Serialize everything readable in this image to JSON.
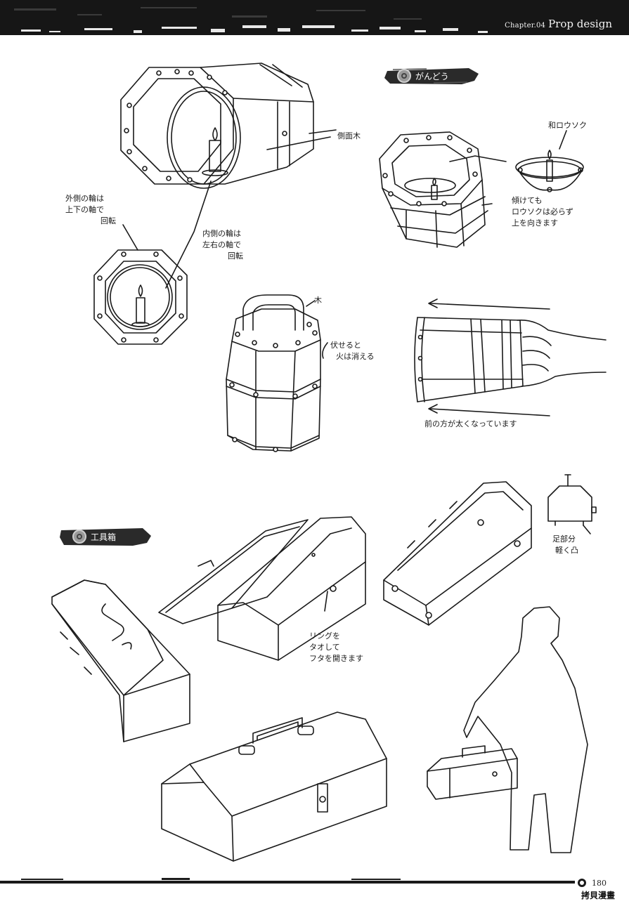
{
  "header": {
    "chapter_small": "Chapter.04",
    "chapter_title": "Prop design"
  },
  "sections": {
    "lantern": "がんどう",
    "toolbox": "工具箱"
  },
  "annotations": {
    "side_wood": "側面木",
    "outer_ring": [
      "外側の輪は",
      "上下の軸で",
      "回転"
    ],
    "inner_ring": [
      "内側の輪は",
      "左右の軸で",
      "回転"
    ],
    "japanese_candle": "和ロウソク",
    "tilt_note": [
      "傾けても",
      "ロウソクは必らず",
      "上を向きます"
    ],
    "wood": "木",
    "extinguish": [
      "伏せると",
      "火は消える"
    ],
    "front_thicker": "前の方が太くなっています",
    "ring_open": [
      "リングを",
      "タオして",
      "フタを開きます"
    ],
    "feet": [
      "足部分",
      "軽く凸"
    ]
  },
  "footer": {
    "page_number": "180",
    "watermark": "拷貝漫畫"
  }
}
